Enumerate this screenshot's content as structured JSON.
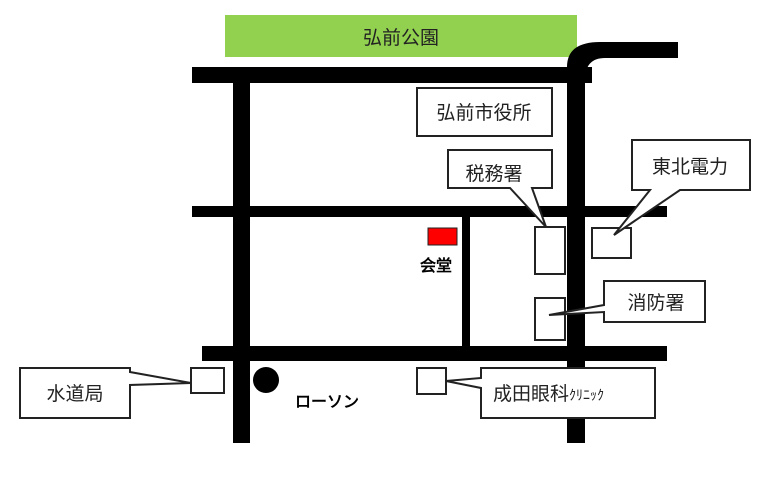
{
  "park": {
    "label": "弘前公園",
    "color": "#92d050"
  },
  "venue": {
    "label": "会堂",
    "color": "#ff0000"
  },
  "landmarks": {
    "city_hall": "弘前市役所",
    "tax_office": "税務署",
    "tohoku_electric": "東北電力",
    "fire_station": "消防署",
    "waterworks": "水道局",
    "lawson": "ローソン",
    "clinic_main": "成田眼科",
    "clinic_suffix": "ｸﾘﾆｯｸ"
  }
}
